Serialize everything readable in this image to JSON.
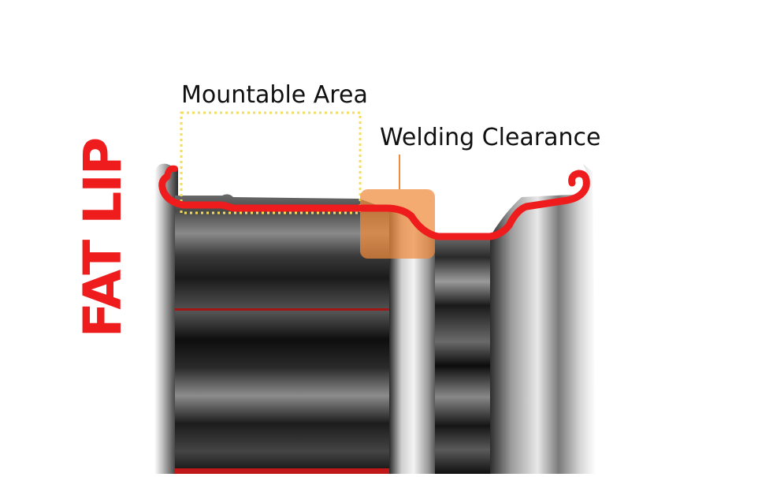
{
  "labels": {
    "mountable_area": "Mountable Area",
    "welding_clearance": "Welding Clearance"
  },
  "brand": {
    "text": "FAT LIP"
  },
  "colors": {
    "profile_line": "#ee1c1c",
    "mount_box": "#f2de5c",
    "weld_highlight": "#f08a3c",
    "brand": "#ee1c1c"
  }
}
